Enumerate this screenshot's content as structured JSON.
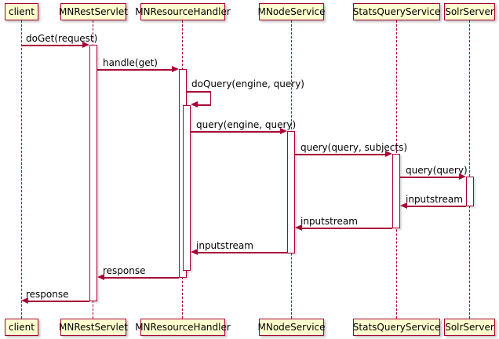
{
  "diagram": {
    "type": "uml-sequence",
    "participants": [
      "client",
      "MNRestServlet",
      "MNResourceHandler",
      "MNodeService",
      "StatsQueryService",
      "SolrServer"
    ],
    "messages": [
      {
        "from": "client",
        "to": "MNRestServlet",
        "label": "doGet(request)"
      },
      {
        "from": "MNRestServlet",
        "to": "MNResourceHandler",
        "label": "handle(get)"
      },
      {
        "from": "MNResourceHandler",
        "to": "MNResourceHandler",
        "label": "doQuery(engine, query)",
        "self": true
      },
      {
        "from": "MNResourceHandler",
        "to": "MNodeService",
        "label": "query(engine, query)"
      },
      {
        "from": "MNodeService",
        "to": "StatsQueryService",
        "label": "query(query, subjects)"
      },
      {
        "from": "StatsQueryService",
        "to": "SolrServer",
        "label": "query(query)"
      },
      {
        "from": "SolrServer",
        "to": "StatsQueryService",
        "label": "inputstream"
      },
      {
        "from": "StatsQueryService",
        "to": "MNodeService",
        "label": "inputstream"
      },
      {
        "from": "MNodeService",
        "to": "MNResourceHandler",
        "label": "inputstream"
      },
      {
        "from": "MNResourceHandler",
        "to": "MNRestServlet",
        "label": "response"
      },
      {
        "from": "MNRestServlet",
        "to": "client",
        "label": "response"
      }
    ],
    "colors": {
      "box_fill": "#FEFECE",
      "line": "#A80036",
      "text": "#000000",
      "background": "#FFFFFF"
    }
  }
}
